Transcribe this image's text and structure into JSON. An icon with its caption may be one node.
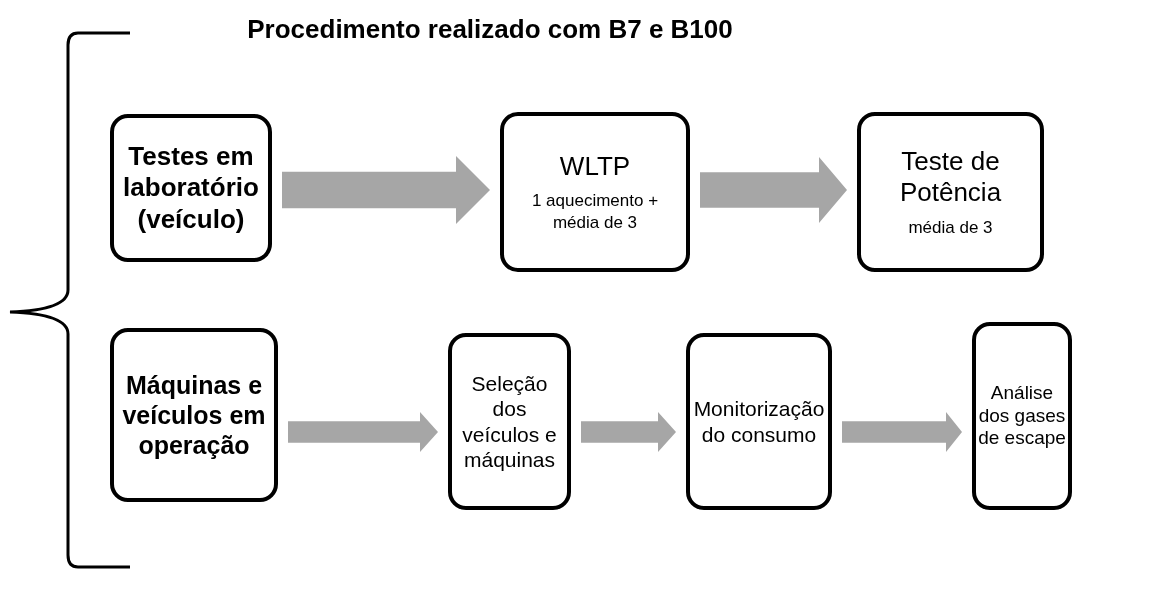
{
  "diagram": {
    "title": "Procedimento realizado com B7 e B100",
    "nodes": [
      {
        "text": [
          "Testes em laboratório (veículo)"
        ]
      },
      {
        "text": [
          "WLTP",
          "1 aquecimento + média de 3"
        ]
      },
      {
        "text": [
          "Teste de Potência",
          "média de 3"
        ]
      },
      {
        "text": [
          "Máquinas e veículos em operação"
        ]
      },
      {
        "text": [
          "Seleção dos veículos e máquinas"
        ]
      },
      {
        "text": [
          "Monitorização do consumo"
        ]
      },
      {
        "text": [
          "Análise dos gases de escape"
        ]
      }
    ],
    "edges": [
      {
        "from": 0,
        "to": 1,
        "arrow": "to",
        "style": "thick"
      },
      {
        "from": 1,
        "to": 2,
        "arrow": "to",
        "style": "thick"
      },
      {
        "from": 3,
        "to": 4,
        "arrow": "to",
        "style": "thick"
      },
      {
        "from": 4,
        "to": 5,
        "arrow": "to",
        "style": "thick"
      },
      {
        "from": 5,
        "to": 6,
        "arrow": "to",
        "style": "thick"
      }
    ]
  }
}
